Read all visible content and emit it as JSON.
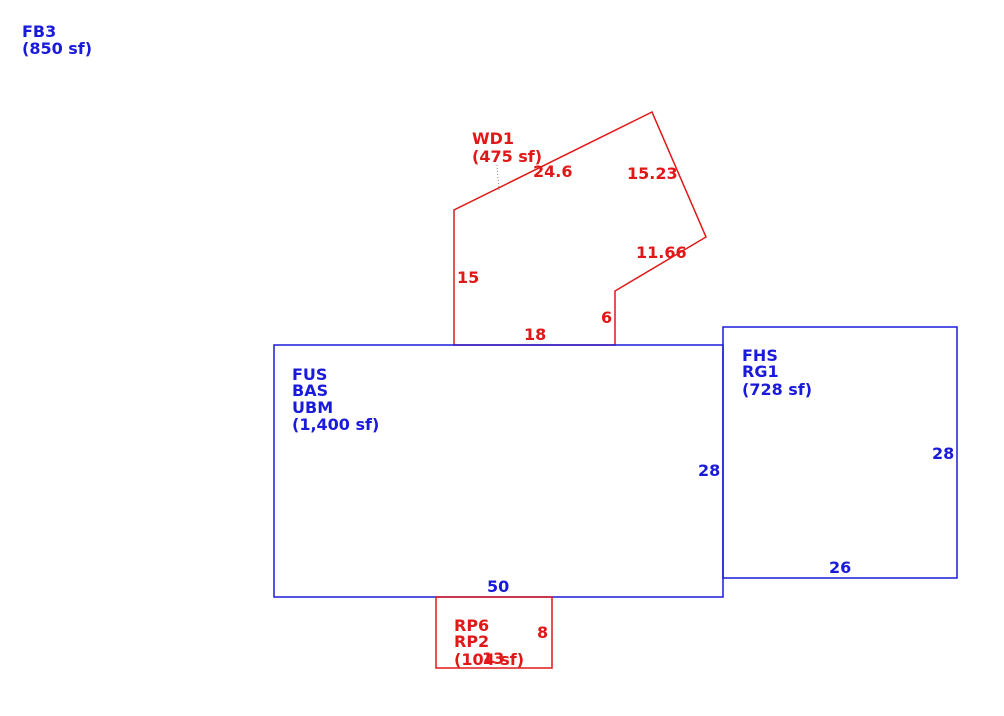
{
  "colors": {
    "blue": "#1a1adb",
    "red": "#e01818"
  },
  "fb3": {
    "line1": "FB3",
    "line2": "(850 sf)"
  },
  "wd1": {
    "line1": "WD1",
    "line2": "(475 sf)",
    "dims": {
      "top_slope": "24.6",
      "right_top": "15.23",
      "right_lower": "11.66",
      "left": "15",
      "inner": "6",
      "bottom": "18"
    }
  },
  "main": {
    "line1": "FUS",
    "line2": "BAS",
    "line3": "UBM",
    "line4": "(1,400 sf)",
    "dims": {
      "right": "28",
      "bottom": "50"
    }
  },
  "fhs": {
    "line1": "FHS",
    "line2": "RG1",
    "line3": "(728 sf)",
    "dims": {
      "right": "28",
      "bottom": "26"
    }
  },
  "rp": {
    "line1": "RP6",
    "line2": "RP2",
    "line3": "(104 sf)",
    "dims": {
      "right": "8",
      "bottom": "13"
    }
  }
}
